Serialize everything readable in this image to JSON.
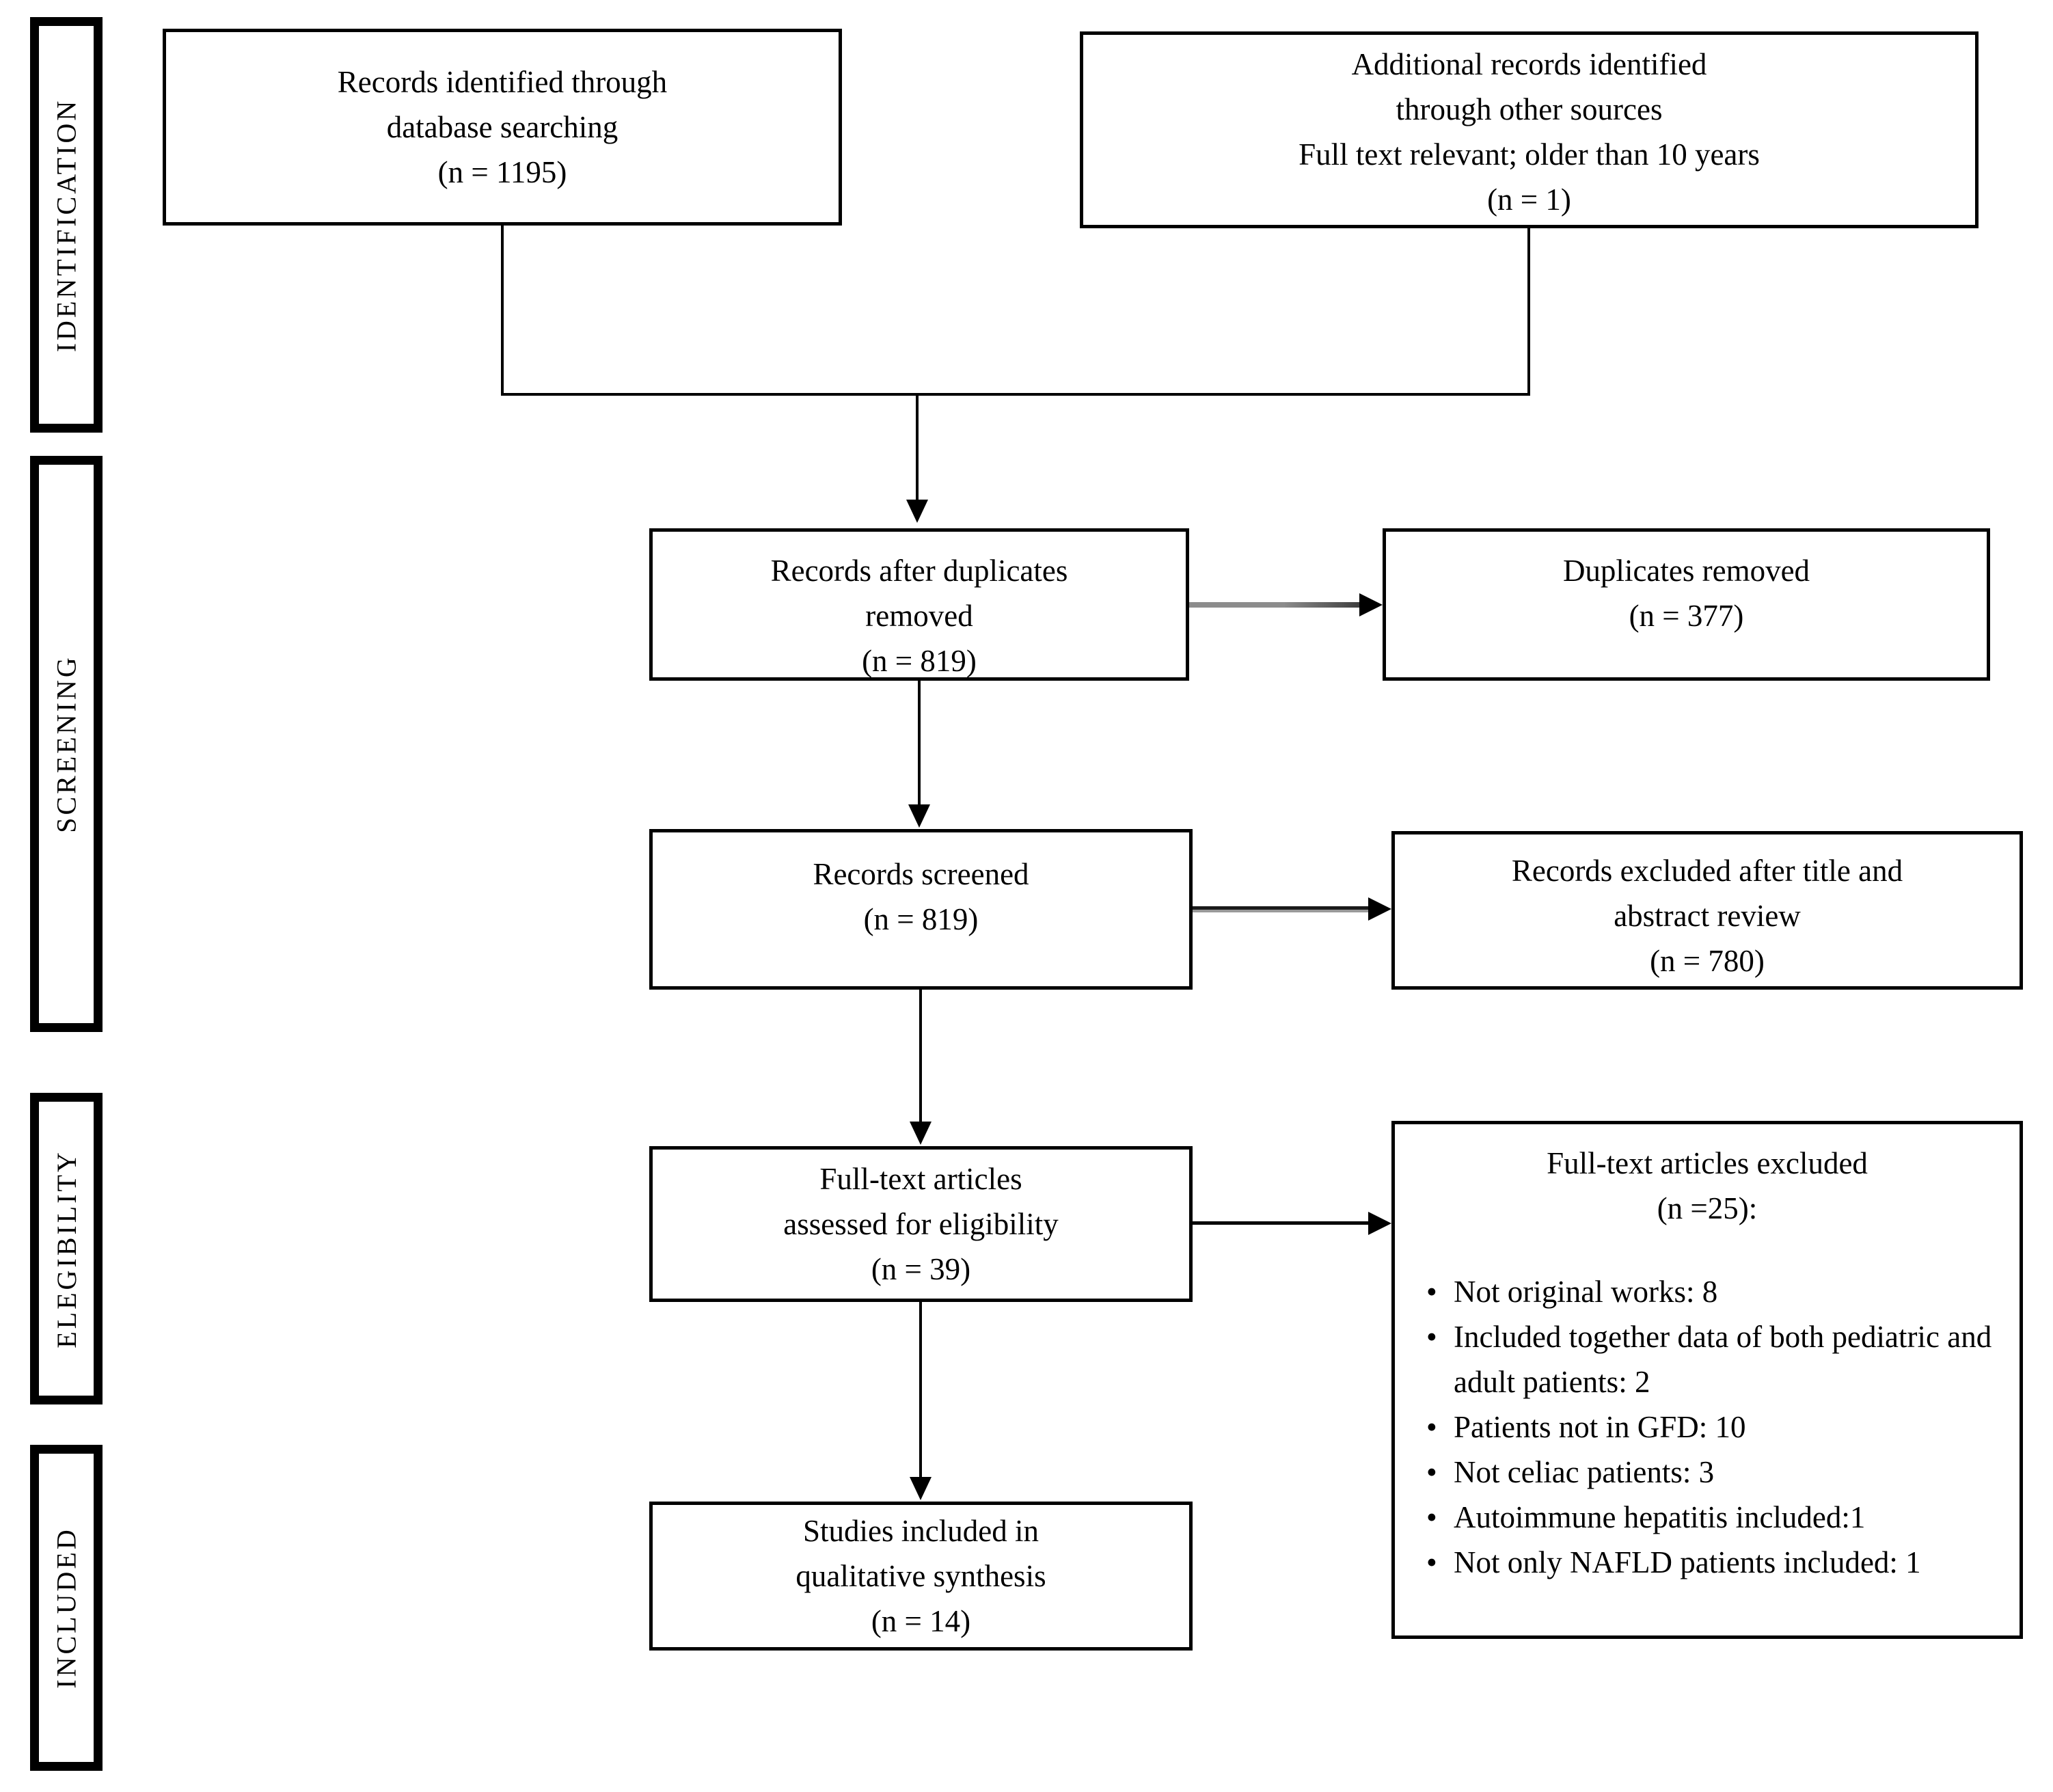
{
  "diagram": {
    "type": "prisma-flow",
    "colors": {
      "background": "#ffffff",
      "border": "#000000",
      "text": "#000000",
      "gray_arrow": "#8c8c8c"
    },
    "stage_labels": [
      {
        "id": "identification",
        "text": "IDENTIFICATION"
      },
      {
        "id": "screening",
        "text": "SCREENING"
      },
      {
        "id": "elegibility",
        "text": "ELEGIBILITY"
      },
      {
        "id": "included",
        "text": "INCLUDED"
      }
    ],
    "boxes": {
      "records_identified": {
        "lines": [
          "Records  identified through",
          "database searching",
          "(n = 1195)"
        ]
      },
      "additional_records": {
        "lines": [
          "Additional records identified",
          "through  other sources",
          "Full text relevant; older than 10 years",
          "(n = 1)"
        ]
      },
      "records_after_duplicates": {
        "lines": [
          "Records after duplicates",
          "removed",
          "(n = 819)"
        ]
      },
      "duplicates_removed": {
        "lines": [
          "Duplicates removed",
          "(n = 377)"
        ]
      },
      "records_screened": {
        "lines": [
          "Records screened",
          "(n = 819)"
        ]
      },
      "records_excluded": {
        "lines": [
          "Records excluded after title and",
          "abstract review",
          "(n = 780)"
        ]
      },
      "fulltext_assessed": {
        "lines": [
          "Full-text articles",
          "assessed for eligibility",
          "(n = 39)"
        ]
      },
      "fulltext_excluded": {
        "heading": [
          "Full-text articles excluded",
          "(n =25):"
        ],
        "bullets": [
          "Not original works: 8",
          "Included together data of both pediatric and adult patients: 2",
          "Patients not in GFD: 10",
          "Not celiac patients: 3",
          "Autoimmune hepatitis included:1",
          "Not only NAFLD patients included: 1"
        ]
      },
      "studies_included": {
        "lines": [
          "Studies included in",
          "qualitative synthesis",
          "(n = 14)"
        ]
      }
    }
  }
}
